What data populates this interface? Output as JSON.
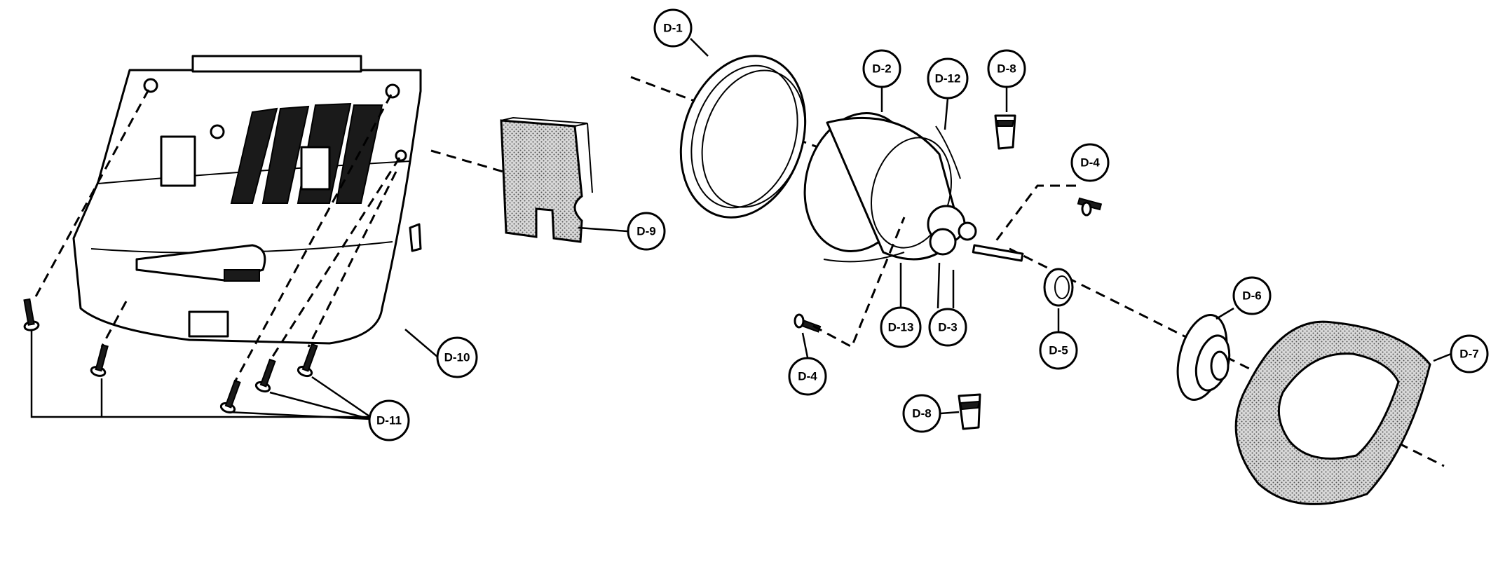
{
  "callouts": [
    {
      "id": "d1",
      "label": "D-1"
    },
    {
      "id": "d2",
      "label": "D-2"
    },
    {
      "id": "d12",
      "label": "D-12"
    },
    {
      "id": "d8a",
      "label": "D-8"
    },
    {
      "id": "d4a",
      "label": "D-4"
    },
    {
      "id": "d9",
      "label": "D-9"
    },
    {
      "id": "d6",
      "label": "D-6"
    },
    {
      "id": "d7",
      "label": "D-7"
    },
    {
      "id": "d10",
      "label": "D-10"
    },
    {
      "id": "d13",
      "label": "D-13"
    },
    {
      "id": "d3",
      "label": "D-3"
    },
    {
      "id": "d5",
      "label": "D-5"
    },
    {
      "id": "d4b",
      "label": "D-4"
    },
    {
      "id": "d8b",
      "label": "D-8"
    },
    {
      "id": "d11",
      "label": "D-11"
    }
  ]
}
